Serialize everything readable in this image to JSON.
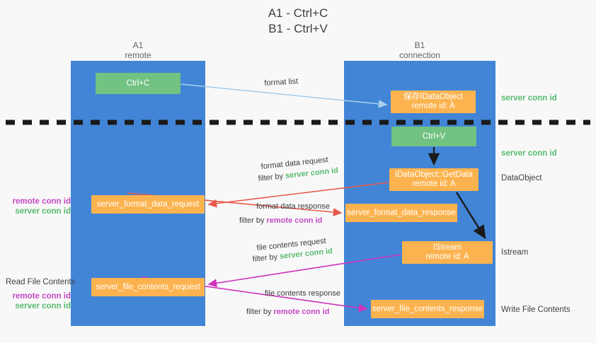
{
  "title": {
    "line1": "A1 - Ctrl+C",
    "line2": "B1 - Ctrl+V"
  },
  "lanes": [
    {
      "name": "A1",
      "sub": "remote",
      "color": "#4285d6"
    },
    {
      "name": "B1",
      "sub": "connection",
      "color": "#4285d6"
    }
  ],
  "colors": {
    "lane": "#4285d6",
    "green_box": "#72c282",
    "orange_box": "#fcb34f",
    "server_conn_id": "#57bb6f",
    "remote_conn_id": "#c449c4",
    "arrow_blue": "#a8cdec",
    "arrow_red": "#e8594a",
    "arrow_black": "#1a1a1a",
    "arrow_magenta": "#cc33bb",
    "divider": "#1a1a1a"
  },
  "boxes": {
    "ctrl_c": {
      "label": "Ctrl+C"
    },
    "idataobject": {
      "line1": "保存IDataObject",
      "line2": "remote id: A"
    },
    "ctrl_v": {
      "label": "Ctrl+V"
    },
    "getdata": {
      "line1": "IDataObject::GetData",
      "line2": "remote id: A"
    },
    "server_format_data_request": {
      "label": "server_format_data_request"
    },
    "server_format_data_response": {
      "label": "server_format_data_response"
    },
    "istream": {
      "line1": "IStream",
      "line2": "remote id: A"
    },
    "server_file_contents_request": {
      "label": "server_file_contents_request"
    },
    "server_file_contents_response": {
      "label": "server_file_contents_response"
    }
  },
  "edge_labels": {
    "format_list": "format list",
    "format_data_request": "format data request",
    "filter_by_1_prefix": "filter by ",
    "filter_by_1_value": "server conn id",
    "format_data_response": "format data response",
    "filter_by_2_prefix": "filter by ",
    "filter_by_2_value": "remote conn id",
    "file_contents_request": "file contents request",
    "filter_by_3_prefix": "filter by ",
    "filter_by_3_value": "server conn id",
    "file_contents_response": "file contents response",
    "filter_by_4_prefix": "filter by ",
    "filter_by_4_value": "remote conn id"
  },
  "right_labels": {
    "server_conn_id_1": "server conn id",
    "server_conn_id_2": "server conn id",
    "dataobject": "DataObject",
    "istream": "Istream",
    "write_file_contents": "Write File Contents"
  },
  "left_labels": {
    "remote_conn_id_1": "remote conn id",
    "server_conn_id_1": "server conn id",
    "read_file_contents": "Read File Contents",
    "remote_conn_id_2": "remote conn id",
    "server_conn_id_2": "server conn id"
  }
}
